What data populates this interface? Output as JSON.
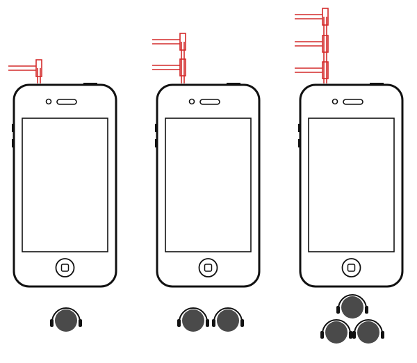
{
  "colors": {
    "outline": "#111111",
    "splitter": "#d42a2a",
    "listener_fill": "#4a4a4a",
    "background": "#ffffff"
  },
  "scenes": [
    {
      "splitters": 1,
      "listeners": 1
    },
    {
      "splitters": 2,
      "listeners": 2
    },
    {
      "splitters": 3,
      "listeners": 3
    }
  ],
  "icons": {
    "device": "smartphone-icon",
    "splitter": "headphone-splitter-icon",
    "listener": "headphones-icon",
    "home": "home-button-icon"
  }
}
